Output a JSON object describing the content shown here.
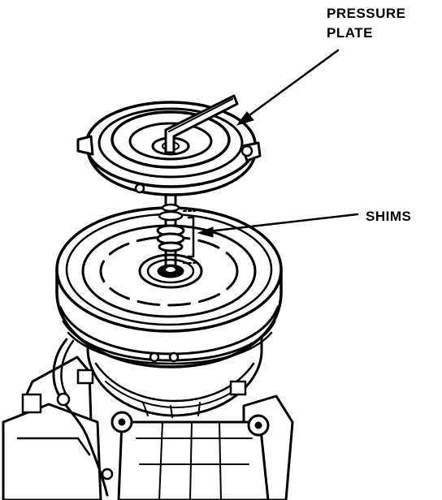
{
  "labels": {
    "pressure_plate_line1": "PRESSURE",
    "pressure_plate_line2": "PLATE",
    "shims": "SHIMS"
  },
  "colors": {
    "ink": "#000000",
    "paper": "#ffffff"
  }
}
